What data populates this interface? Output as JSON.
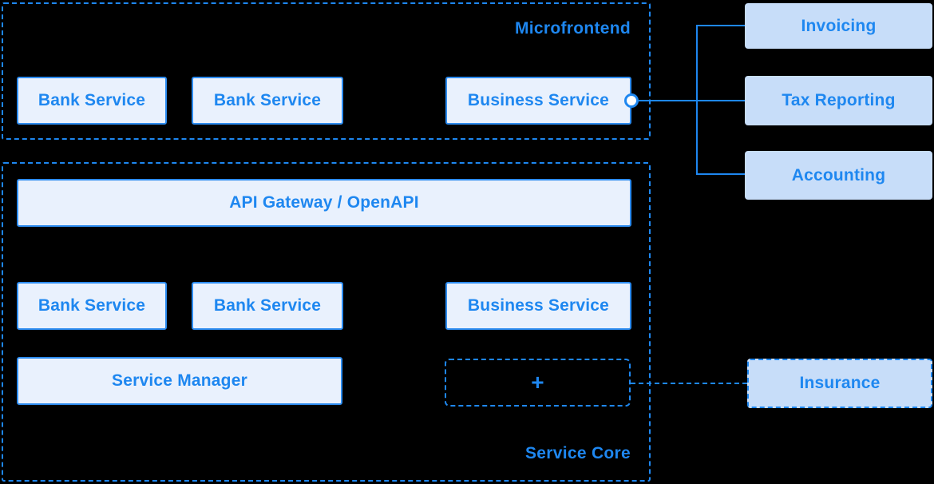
{
  "colors": {
    "background": "#000000",
    "accent": "#1e87f0",
    "node_fill": "#e9f1fd",
    "node_border": "#2d8cf0",
    "module_fill": "#c7ddf9"
  },
  "microfrontend": {
    "label": "Microfrontend",
    "nodes": [
      {
        "label": "Bank Service"
      },
      {
        "label": "Bank Service"
      },
      {
        "label": "Business Service"
      }
    ]
  },
  "service_core": {
    "label": "Service Core",
    "api_gateway_label": "API Gateway / OpenAPI",
    "nodes": [
      {
        "label": "Bank Service"
      },
      {
        "label": "Bank Service"
      },
      {
        "label": "Business Service"
      }
    ],
    "service_manager_label": "Service Manager",
    "add_placeholder_label": "+"
  },
  "external_modules": {
    "items": [
      {
        "label": "Invoicing"
      },
      {
        "label": "Tax Reporting"
      },
      {
        "label": "Accounting"
      }
    ],
    "insurance_label": "Insurance"
  }
}
